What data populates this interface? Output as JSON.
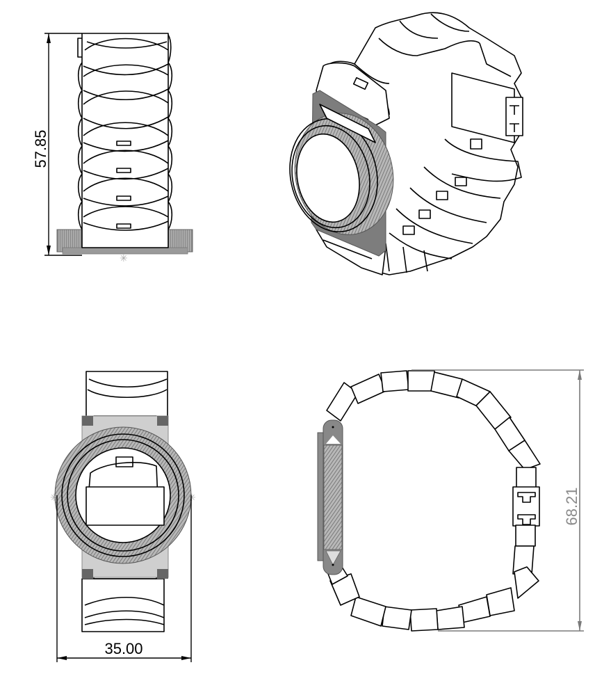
{
  "drawing": {
    "type": "technical-drawing",
    "subject": "watch with link bracelet",
    "views": [
      {
        "name": "side-view",
        "position": "top-left"
      },
      {
        "name": "isometric-view",
        "position": "top-right"
      },
      {
        "name": "front-view",
        "position": "bottom-left"
      },
      {
        "name": "top-view",
        "position": "bottom-right"
      }
    ]
  },
  "dimensions": {
    "height": {
      "value": "57.85",
      "orientation": "vertical",
      "color": "#000000"
    },
    "width": {
      "value": "35.00",
      "orientation": "horizontal",
      "color": "#000000"
    },
    "depth": {
      "value": "68.21",
      "orientation": "vertical",
      "color": "#8a8a8a"
    }
  },
  "colors": {
    "line": "#000000",
    "shade": "#7d7d7d",
    "background": "#ffffff"
  }
}
